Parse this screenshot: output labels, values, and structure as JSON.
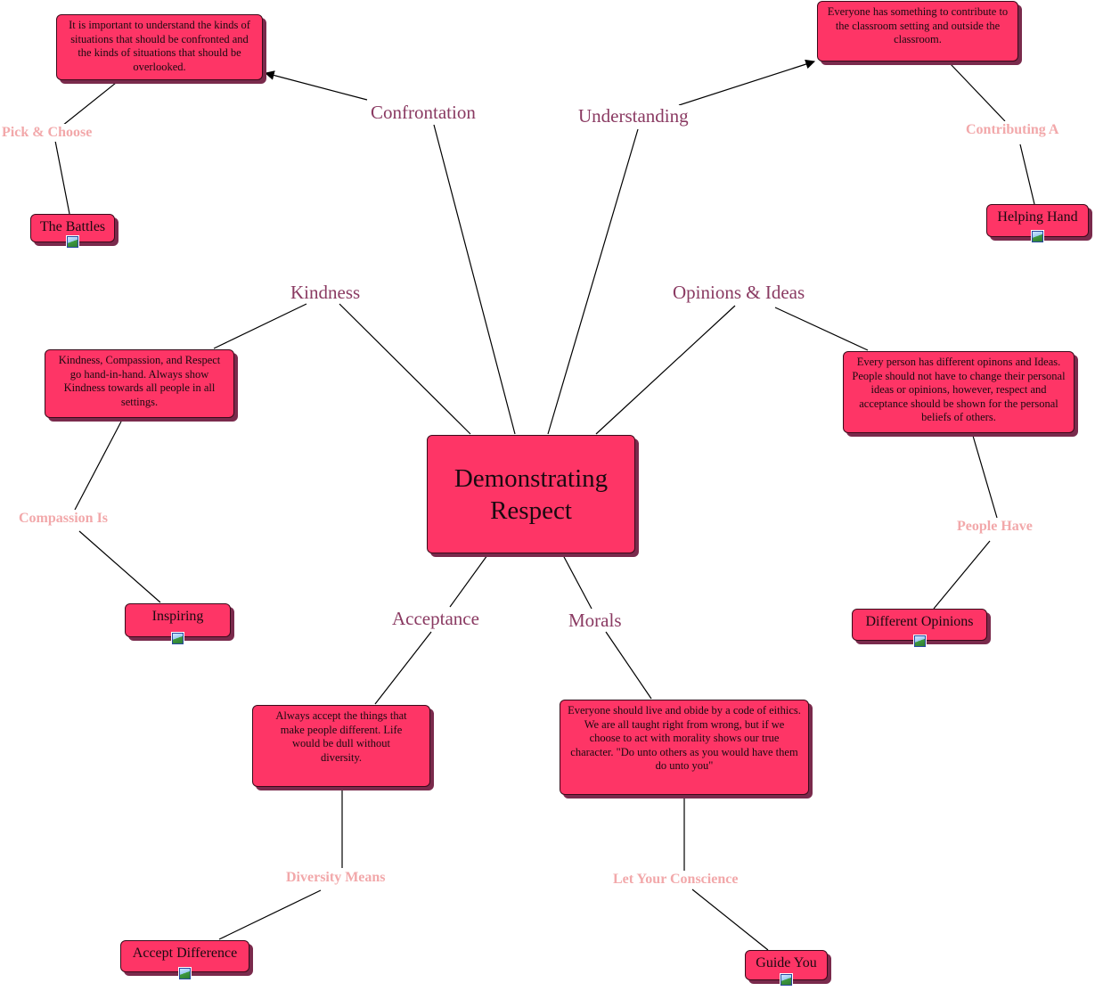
{
  "diagram": {
    "central_concept": "Demonstrating Respect",
    "branches": {
      "confrontation": {
        "label": "Confrontation",
        "note": "It is important to understand the kinds of situations that should be confronted and the kinds of situations that should be overlooked.",
        "phrase": "Pick & Choose",
        "leaf": "The Battles"
      },
      "understanding": {
        "label": "Understanding",
        "note": "Everyone has something to contribute to the classroom setting and outside the classroom.",
        "phrase": "Contributing A",
        "leaf": "Helping Hand"
      },
      "kindness": {
        "label": "Kindness",
        "note": "Kindness, Compassion, and Respect go hand-in-hand.  Always show Kindness towards all people in all settings.",
        "phrase": "Compassion Is",
        "leaf": "Inspiring"
      },
      "opinions": {
        "label": "Opinions & Ideas",
        "note": "Every person has different opinons and Ideas.  People should not have to change their personal ideas or opinions, however, respect and acceptance should be shown for the personal beliefs of others.",
        "phrase": "People Have",
        "leaf": "Different Opinions"
      },
      "acceptance": {
        "label": "Acceptance",
        "note": "Always accept the things that make people different. Life would be dull without diversity.",
        "phrase": "Diversity Means",
        "leaf": "Accept Difference"
      },
      "morals": {
        "label": "Morals",
        "note": "Everyone should live and obide by a code of eithics. We are all taught right from wrong, but if we choose to act with morality shows our true character. \"Do unto others as you would have them do unto you\"",
        "phrase": "Let Your Conscience",
        "leaf": "Guide You"
      }
    },
    "icons": {
      "leaf_attachment": "image-attachment-icon",
      "arrow": "arrowhead-icon"
    },
    "colors": {
      "node_fill": "#fe3566",
      "node_shadow": "#7a2a4c",
      "link_label": "#8a3a62",
      "linking_phrase": "#f2a8aa",
      "line": "#000000"
    }
  }
}
